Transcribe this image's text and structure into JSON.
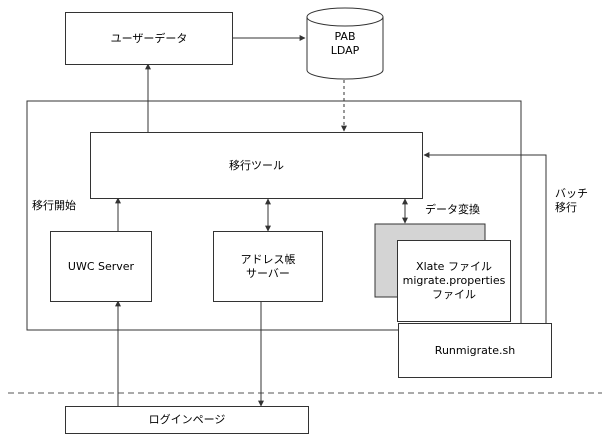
{
  "diagram": {
    "user_data": "ユーザーデータ",
    "db": {
      "line1": "PAB",
      "line2": "LDAP"
    },
    "migration_tool": "移行ツール",
    "migration_start": "移行開始",
    "data_conversion": "データ変換",
    "batch_migration": {
      "line1": "バッチ",
      "line2": "移行"
    },
    "uwc_server": "UWC Server",
    "address_book_server": {
      "line1": "アドレス帳",
      "line2": "サーバー"
    },
    "files": {
      "line1": "Xlate ファイル",
      "line2": "migrate.properties",
      "line3": "ファイル"
    },
    "runmigrate": "Runmigrate.sh",
    "login_page": "ログインページ"
  },
  "colors": {
    "line": "#333333",
    "shadow_box": "#d4d4d4"
  }
}
